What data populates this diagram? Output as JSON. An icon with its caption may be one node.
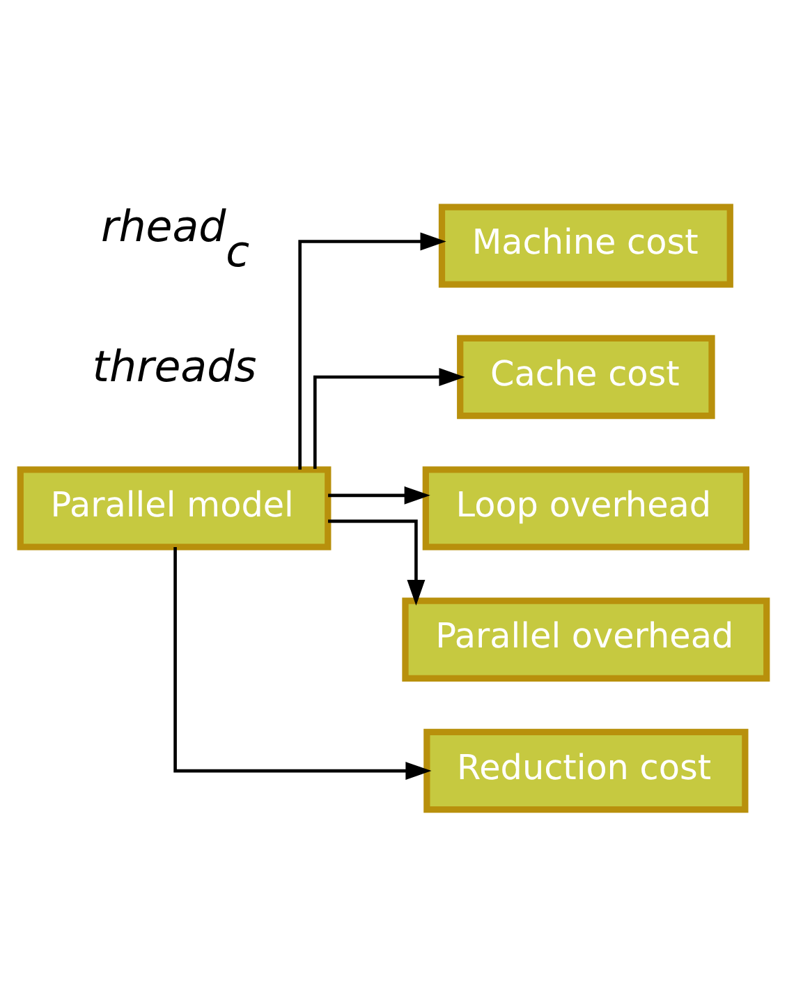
{
  "diagram": {
    "nodes": [
      {
        "text": [
          "Parallel model"
        ]
      },
      {
        "text": [
          "Machine cost"
        ]
      },
      {
        "text": [
          "Cache cost"
        ]
      },
      {
        "text": [
          "Loop overhead"
        ]
      },
      {
        "text": [
          "Parallel overhead"
        ]
      },
      {
        "text": [
          "Reduction cost"
        ]
      }
    ],
    "edges": [
      {
        "from": 0,
        "to": 1,
        "arrow": "to"
      },
      {
        "from": 0,
        "to": 2,
        "arrow": "to"
      },
      {
        "from": 0,
        "to": 3,
        "arrow": "to"
      },
      {
        "from": 0,
        "to": 4,
        "arrow": "to"
      },
      {
        "from": 0,
        "to": 5,
        "arrow": "to"
      }
    ],
    "labels": [
      "rhead$_{c}$",
      "threads"
    ]
  }
}
